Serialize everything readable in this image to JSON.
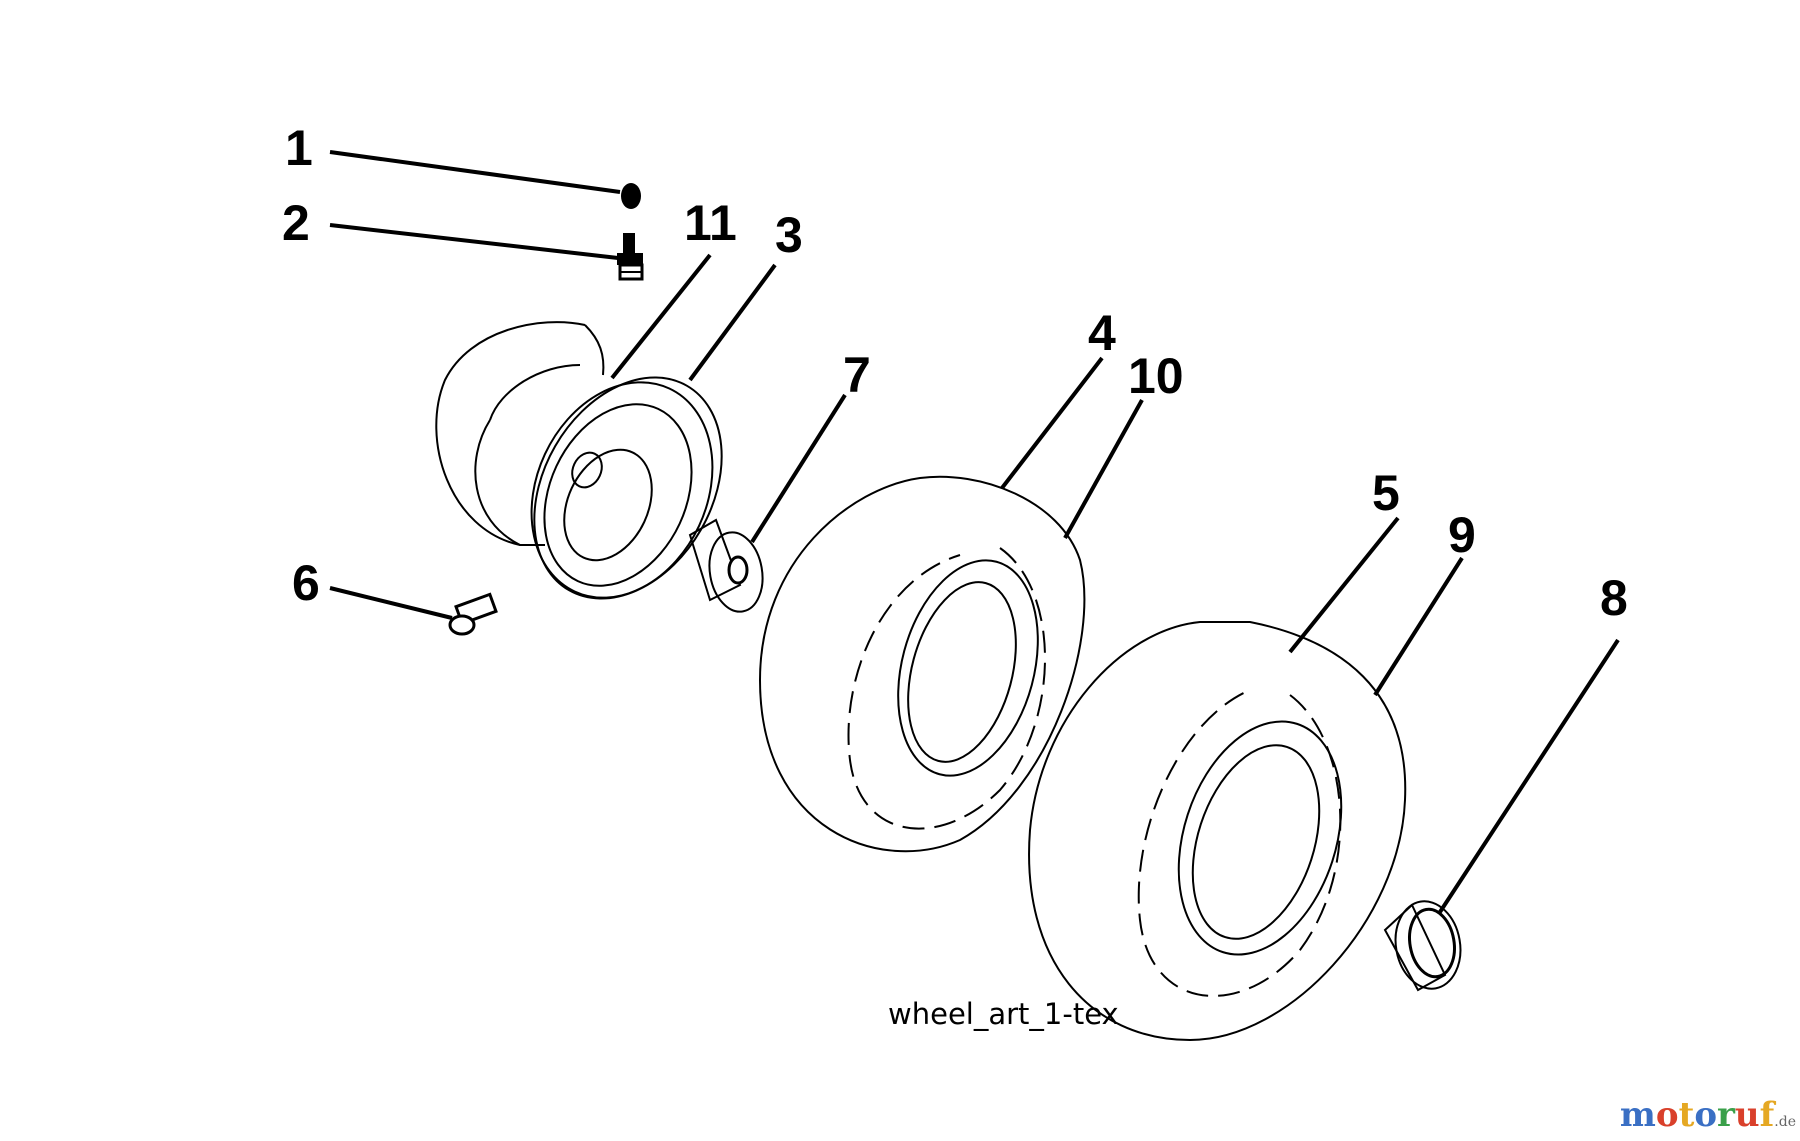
{
  "diagram": {
    "caption": "wheel_art_1-tex",
    "callouts": {
      "c1": "1",
      "c2": "2",
      "c3": "3",
      "c4": "4",
      "c5": "5",
      "c6": "6",
      "c7": "7",
      "c8": "8",
      "c9": "9",
      "c10": "10",
      "c11": "11"
    }
  },
  "brand": {
    "letters": [
      "m",
      "o",
      "t",
      "o",
      "r",
      "u",
      "f"
    ],
    "letter_colors": [
      "#3a6fc4",
      "#d9402b",
      "#e5a823",
      "#3a6fc4",
      "#3aa04a",
      "#d9402b",
      "#e5a823"
    ],
    "suffix": ".de"
  }
}
